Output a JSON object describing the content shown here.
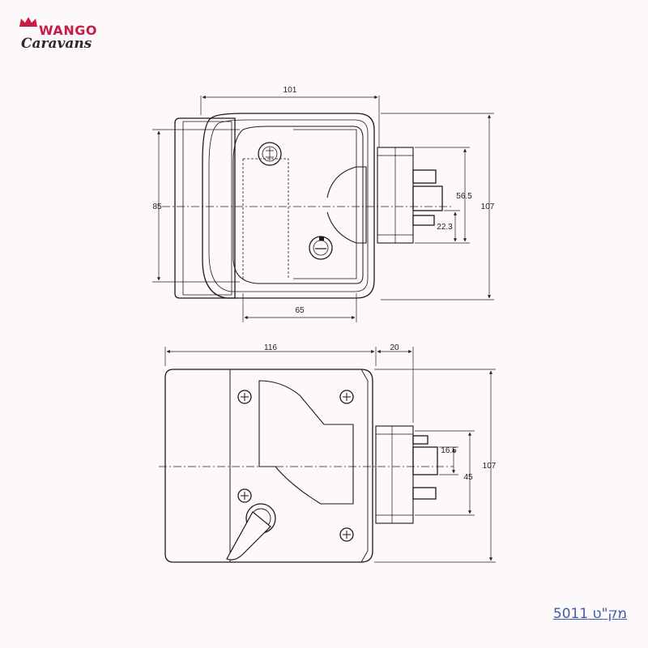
{
  "logo": {
    "line1": "WANGO",
    "line2": "Caravans",
    "brand_color": "#c71c46"
  },
  "top_view": {
    "width": "101",
    "height_left": "85",
    "bottom_width": "65",
    "right_dim_a": "56.5",
    "right_dim_b": "22.3",
    "right_dim_total": "107"
  },
  "bottom_view": {
    "width": "116",
    "depth": "20",
    "dim_small": "16.5",
    "dim_mid": "45",
    "height_total": "107"
  },
  "sku": {
    "label": "מק\"ט 5011"
  },
  "colors": {
    "line": "#1a1a1a",
    "accent": "#3a5fa8"
  }
}
